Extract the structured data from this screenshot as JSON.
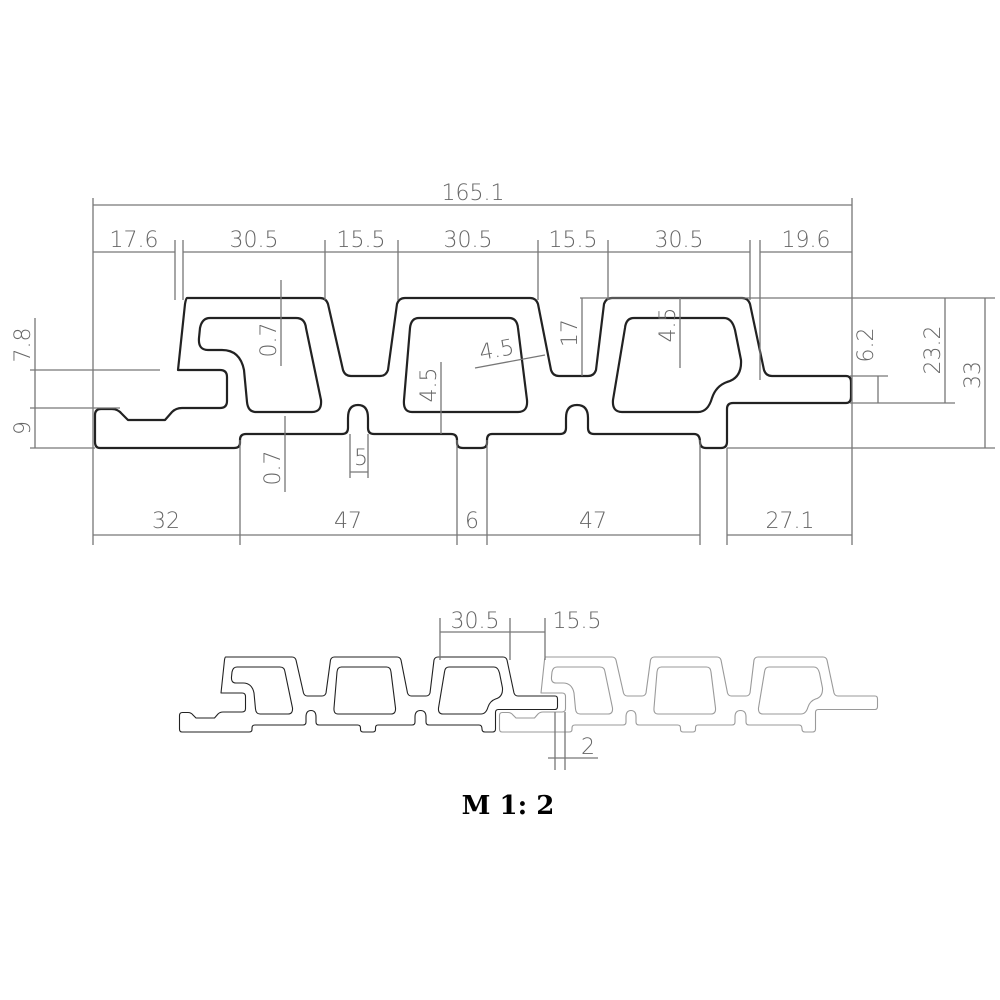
{
  "overall_width": "165.1",
  "top_segments": [
    "17.6",
    "30.5",
    "15.5",
    "30.5",
    "15.5",
    "30.5",
    "19.6"
  ],
  "bottom_segments": [
    "32",
    "47",
    "6",
    "47",
    "27.1"
  ],
  "left_heights": [
    "7.8",
    "9"
  ],
  "right_heights": [
    "6.2",
    "23.2",
    "33"
  ],
  "groove_depth": "17",
  "inner": {
    "wall_top": "0.7",
    "wall_bottom": "0.7",
    "web_a": "4.5",
    "web_b": "4.5",
    "web_c": "4.5",
    "tongue": "5"
  },
  "assembly": {
    "tab": "30.5",
    "gap": "15.5",
    "offset": "2"
  },
  "scale_label": "M 1: 2",
  "colors": {
    "profile": "#222222",
    "dimension": "#777777"
  }
}
